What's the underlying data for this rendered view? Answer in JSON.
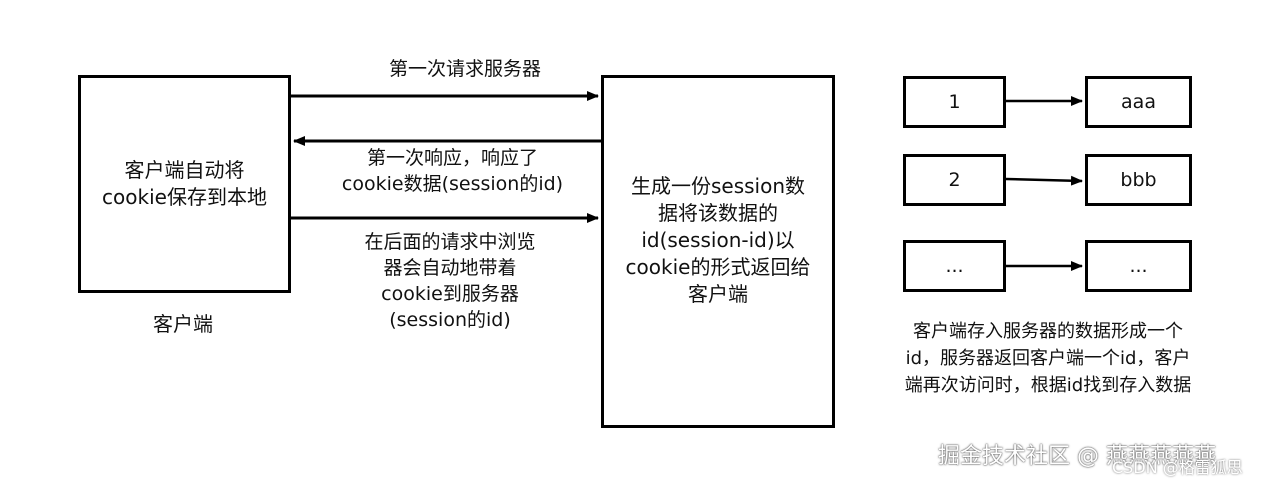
{
  "client": {
    "box_text_line1": "客户端自动将",
    "box_text_line2": "cookie保存到本地",
    "caption": "客户端"
  },
  "server": {
    "box_lines": [
      "生成一份session数",
      "据将该数据的",
      "id(session-id)以",
      "cookie的形式返回给",
      "客户端"
    ]
  },
  "arrows": {
    "first_request": "第一次请求服务器",
    "first_response_line1": "第一次响应，响应了",
    "first_response_line2": "cookie数据(session的id)",
    "later_request_lines": [
      "在后面的请求中浏览",
      "器会自动地带着",
      "cookie到服务器",
      "(session的id)"
    ]
  },
  "map": {
    "rows": [
      {
        "key": "1",
        "value": "aaa"
      },
      {
        "key": "2",
        "value": "bbb"
      },
      {
        "key": "...",
        "value": "..."
      }
    ],
    "note_lines": [
      "客户端存入服务器的数据形成一个",
      "id，服务器返回客户端一个id，客户",
      "端再次访问时，根据id找到存入数据"
    ]
  },
  "watermark": {
    "main": "掘金技术社区 @ 燕燕燕燕燕",
    "sub": "CSDN @格雷狐思"
  }
}
